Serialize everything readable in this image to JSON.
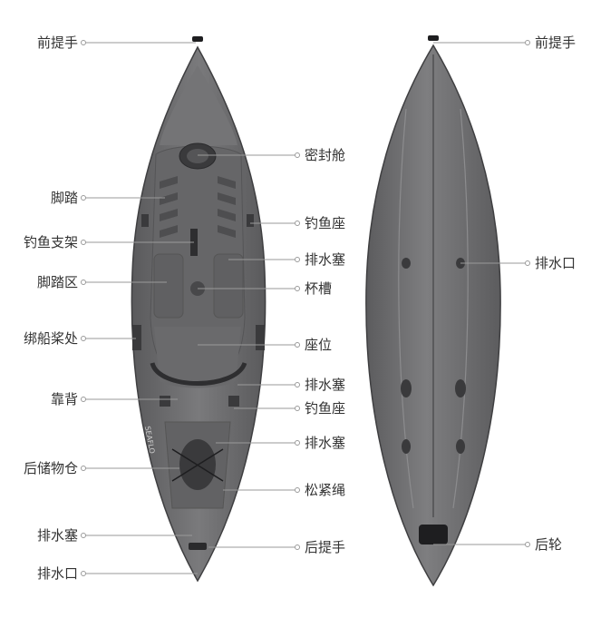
{
  "title": "",
  "colors": {
    "hull": "#6e6e70",
    "hull_dark": "#4a4a4c",
    "hull_light": "#8a8a8c",
    "leader": "#9a9a9a",
    "text": "#333333"
  },
  "top_view": {
    "brand_mark": "SEAFLO",
    "labels_left": [
      "前提手",
      "脚踏",
      "钓鱼支架",
      "脚踏区",
      "绑船桨处",
      "靠背",
      "后储物仓",
      "排水塞",
      "排水口"
    ],
    "labels_right": [
      "密封舱",
      "钓鱼座",
      "排水塞",
      "杯槽",
      "座位",
      "排水塞",
      "钓鱼座",
      "排水塞",
      "松紧绳",
      "后提手"
    ]
  },
  "bottom_view": {
    "labels_right": [
      "前提手",
      "排水口",
      "后轮"
    ]
  }
}
